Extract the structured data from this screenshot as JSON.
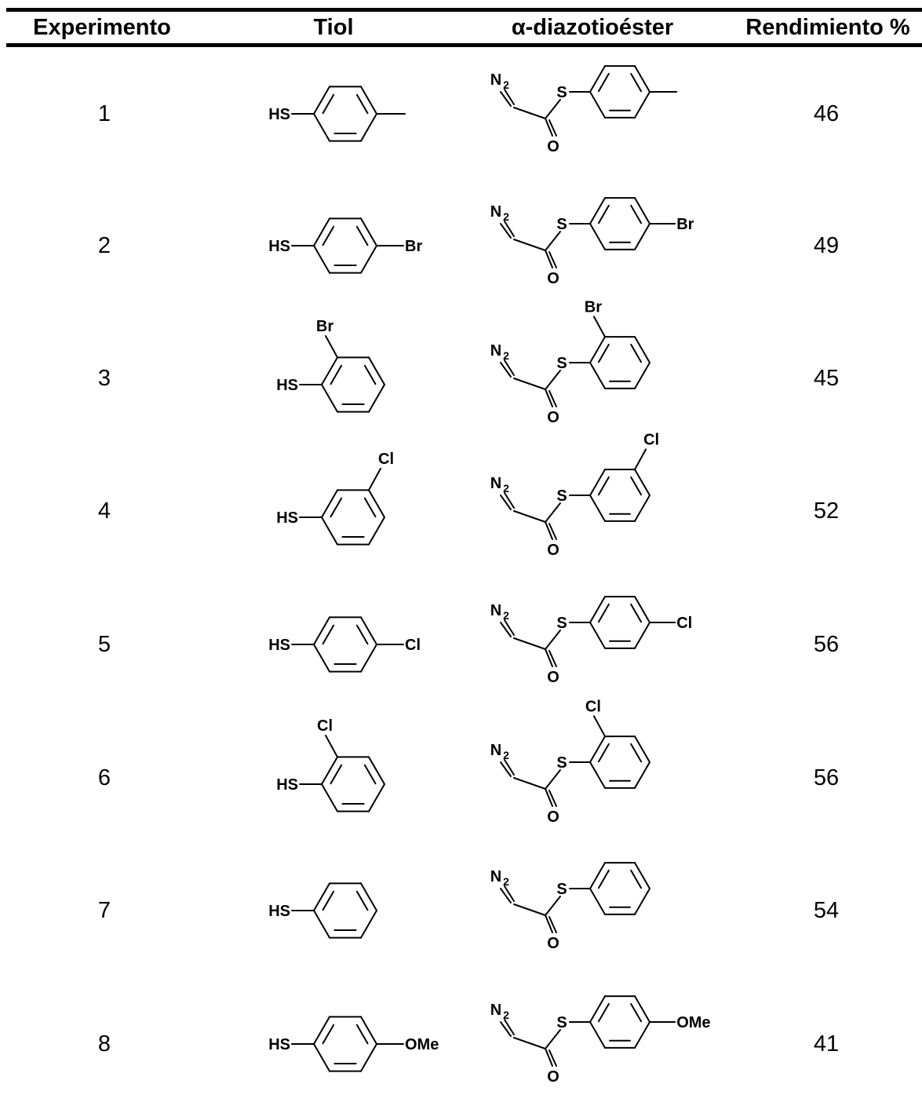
{
  "table": {
    "headers": {
      "experimento": "Experimento",
      "tiol": "Tiol",
      "diazo": "α-diazotioéster",
      "rendimiento": "Rendimiento %"
    },
    "rows": [
      {
        "exp": "1",
        "yield": "46",
        "thiol_substituent": "methyl",
        "position": "para"
      },
      {
        "exp": "2",
        "yield": "49",
        "thiol_substituent": "Br",
        "position": "para"
      },
      {
        "exp": "3",
        "yield": "45",
        "thiol_substituent": "Br",
        "position": "ortho"
      },
      {
        "exp": "4",
        "yield": "52",
        "thiol_substituent": "Cl",
        "position": "meta"
      },
      {
        "exp": "5",
        "yield": "56",
        "thiol_substituent": "Cl",
        "position": "para"
      },
      {
        "exp": "6",
        "yield": "56",
        "thiol_substituent": "Cl",
        "position": "ortho"
      },
      {
        "exp": "7",
        "yield": "54",
        "thiol_substituent": "",
        "position": "none"
      },
      {
        "exp": "8",
        "yield": "41",
        "thiol_substituent": "OMe",
        "position": "para"
      }
    ]
  },
  "labels": {
    "hs": "HS",
    "s": "S",
    "o": "O",
    "n": "N",
    "n_sub": "2",
    "br": "Br",
    "cl": "Cl",
    "ome": "OMe"
  }
}
